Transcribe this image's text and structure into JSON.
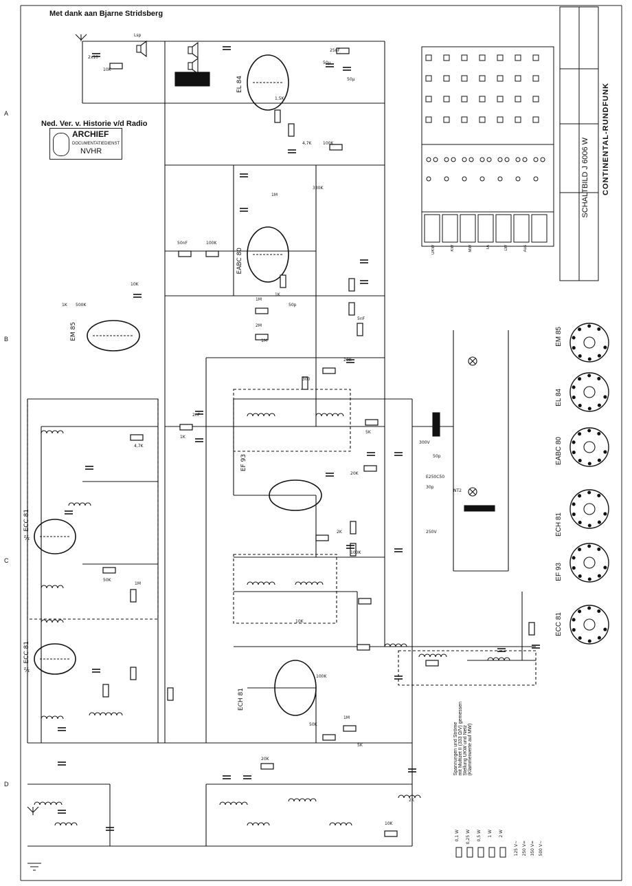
{
  "header": {
    "credit": "Met dank aan Bjarne Stridsberg",
    "archive": "Ned. Ver. v. Historie v/d Radio",
    "stamp": {
      "line1": "ARCHIEF",
      "line2": "DOCUMENTATIEDIENST",
      "line3": "NVHR"
    }
  },
  "title_block": {
    "brand": "CONTINENTAL-RUNDFUNK",
    "title": "SCHALTBILD J 6006 W"
  },
  "tubes": {
    "el84": "EL 84",
    "eabc80": "EABC 80",
    "em85": "EM 85",
    "ef93": "EF 93",
    "ech81": "ECH 81",
    "ecc81_upper": "½ ECC 81",
    "ecc81_lower": "½ ECC 81"
  },
  "socket_labels": [
    "EM 85",
    "EL 84",
    "EABC 80",
    "ECH 81",
    "EF 93",
    "ECC 81"
  ],
  "controls": [
    "UKW",
    "KW",
    "MW",
    "TA",
    "LW",
    "Aus"
  ],
  "side_letters": [
    "A",
    "B",
    "C",
    "D"
  ],
  "component_labels": [
    "2x10",
    "10K",
    "Lsp",
    "50μ",
    "50μ",
    "25nF",
    "1,5K",
    "4,7K",
    "100K",
    "1M",
    "330K",
    "1K",
    "1M",
    "2M",
    "50p",
    "1K",
    "500K",
    "10K",
    "50nF",
    "100K",
    "300",
    "20K",
    "1M",
    "5nF",
    "2nF",
    "1K",
    "4,7K",
    "5K",
    "20K",
    "2K",
    "100K",
    "50K",
    "1M",
    "10K",
    "E250C50",
    "NT2",
    "250V",
    "300V",
    "30p",
    "50p",
    "100K",
    "50K",
    "1M",
    "5K",
    "20K",
    "10K",
    "2K"
  ],
  "legend": {
    "notes": [
      "Spannungen und Ströme",
      "mit Multizet II (333 Ω/V) gemessen",
      "Stellung UKW und Netz",
      "(Klammerwerte auf MW)"
    ],
    "wattage": [
      "0,1 W",
      "0,25 W",
      "0,5 W",
      "1 W",
      "2 W"
    ],
    "voltage": [
      "125 V~",
      "250 V=",
      "350 V=",
      "500 V~"
    ]
  }
}
